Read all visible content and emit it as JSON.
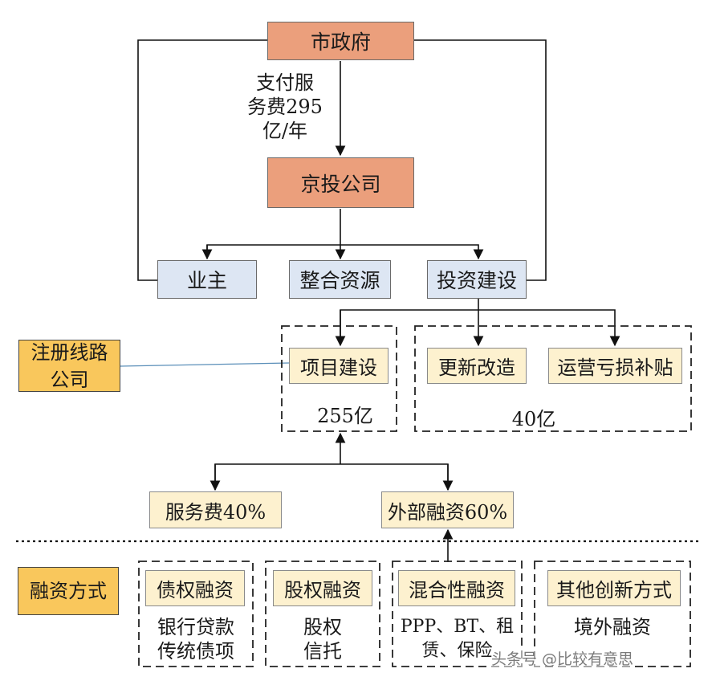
{
  "top": {
    "gov": "市政府",
    "payment": [
      "支付服",
      "务费295",
      "亿/年"
    ],
    "jingtou": "京投公司"
  },
  "roles": [
    "业主",
    "整合资源",
    "投资建设"
  ],
  "registered": [
    "注册线路",
    "公司"
  ],
  "projects": {
    "construction": "项目建设",
    "construction_amount": "255亿",
    "renovation": "更新改造",
    "subsidy": "运营亏损补贴",
    "other_amount": "40亿"
  },
  "sources": {
    "service_fee": "服务费40%",
    "external": "外部融资60%"
  },
  "financing": {
    "label": "融资方式",
    "methods": [
      {
        "title": "债权融资",
        "lines": [
          "银行贷款",
          "传统债项"
        ]
      },
      {
        "title": "股权融资",
        "lines": [
          "股权",
          "信托"
        ]
      },
      {
        "title": "混合性融资",
        "lines": [
          "PPP、BT、租",
          "赁、保险"
        ]
      },
      {
        "title": "其他创新方式",
        "lines": [
          "境外融资"
        ]
      }
    ]
  },
  "watermark": "头条号 @比较有意思"
}
